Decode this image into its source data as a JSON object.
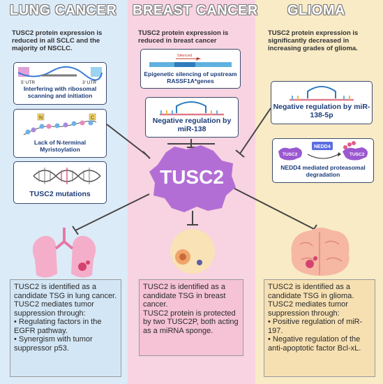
{
  "columns": {
    "lung": {
      "title": "LUNG CANCER",
      "subtitle": "TUSC2 protein expression is reduced in all SCLC and the majority of NSCLC.",
      "mechanisms": [
        {
          "label": "Interfering with ribosomal scanning and initiation",
          "utr5": "5' UTR",
          "utr3": "3' UTR"
        },
        {
          "label": "Lack of N-terminal Myristoylation",
          "n": "N",
          "c": "C"
        },
        {
          "label": "TUSC2 mutations"
        }
      ],
      "panel": {
        "line1": "TUSC2 is identified as a candidate TSG in lung cancer.",
        "line2": "TUSC2 mediates tumor suppression through:",
        "bullet1": "• Regulating factors in the EGFR pathway.",
        "bullet2": "• Synergism with tumor suppressor p53."
      }
    },
    "breast": {
      "title": "BREAST CANCER",
      "subtitle": "TUSC2 protein expression is reduced in breast cancer",
      "mechanisms": [
        {
          "label": "Epigenetic silencing of upstream RASSF1A*genes",
          "tag": "Silenced"
        },
        {
          "label": "Negative regulation by miR-138"
        }
      ],
      "panel": {
        "line1": "TUSC2 is identified as a candidate TSG in breast cancer.",
        "line2": "TUSC2 protein is protected by two TUSC2P, both acting as a miRNA sponge."
      }
    },
    "glioma": {
      "title": "GLIOMA",
      "subtitle": "TUSC2 protein expression is significantly decreased in increasing grades of glioma.",
      "mechanisms": [
        {
          "label": "Negative regulation by miR-138-5p"
        },
        {
          "label": "NEDD4 mediated proteasomal degradation",
          "enzyme": "NEDD4",
          "left": "TUSC2",
          "right": "TUSC2"
        }
      ],
      "panel": {
        "line1": "TUSC2 is identified as a candidate TSG in glioma.",
        "line2": "TUSC2 mediates tumor suppression through:",
        "bullet1": "• Positive regulation of miR-197.",
        "bullet2": "• Negative regulation of the anti-apoptotic factor Bcl-xL."
      }
    }
  },
  "center": {
    "label": "TUSC2"
  },
  "colors": {
    "lung": "#dcebf8",
    "breast": "#f8d3e1",
    "glioma": "#f8ebc6",
    "tusc2": "#b36ed6",
    "arrow": "#444444"
  }
}
